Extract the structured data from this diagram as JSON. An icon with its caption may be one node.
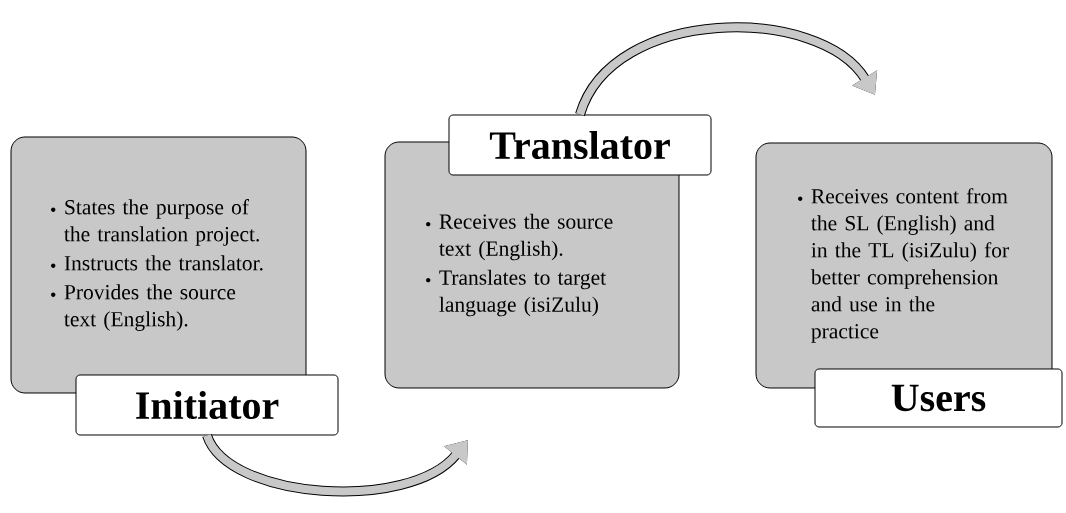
{
  "diagram": {
    "nodes": [
      {
        "text": [
          "States the purpose of the translation project.",
          "Instructs the translator.",
          "Provides the source text (English)."
        ]
      },
      {
        "text": [
          "Initiator"
        ]
      },
      {
        "text": [
          "Receives the source text (English).",
          "Translates to target language (isiZulu)"
        ]
      },
      {
        "text": [
          "Translator"
        ]
      },
      {
        "text": [
          "Receives content from the SL (English) and in the TL (isiZulu) for better comprehension and use in the practice"
        ]
      },
      {
        "text": [
          "Users"
        ]
      }
    ],
    "edges": [
      {
        "from": 1,
        "to": null,
        "arrow": "to"
      },
      {
        "from": 3,
        "to": null,
        "arrow": "to"
      }
    ]
  }
}
